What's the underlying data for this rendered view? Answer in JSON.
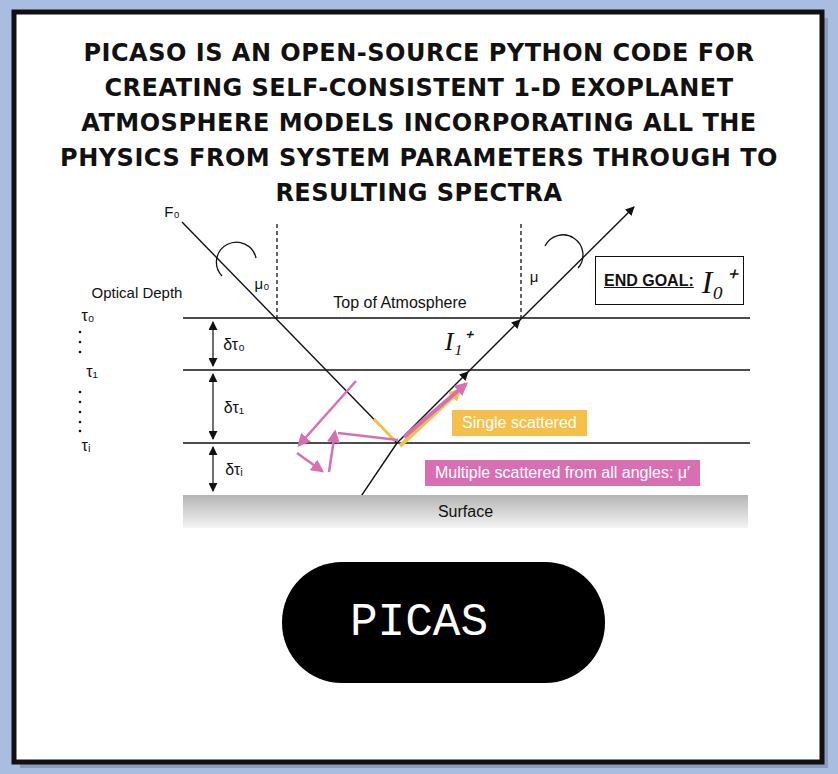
{
  "diagram": {
    "title": "PICASO IS AN OPEN-SOURCE PYTHON CODE FOR CREATING SELF-CONSISTENT 1-D EXOPLANET ATMOSPHERE MODELS INCORPORATING ALL THE PHYSICS FROM SYSTEM PARAMETERS THROUGH TO RESULTING SPECTRA",
    "nodes": [
      {
        "text": [
          "END GOAL:",
          "I₀⁺"
        ]
      },
      {
        "text": [
          "Single scattered"
        ]
      },
      {
        "text": [
          "Multiple scattered from all angles: μ′"
        ]
      },
      {
        "text": [
          "Surface"
        ]
      },
      {
        "text": [
          "PICAS"
        ]
      }
    ],
    "labels": [
      "F₀",
      "μ₀",
      "μ",
      "Optical Depth",
      "τ₀",
      "Top of Atmosphere",
      "δτ₀",
      "τ₁",
      "I₁⁺",
      "δτ₁",
      "τᵢ",
      "δτᵢ"
    ]
  }
}
